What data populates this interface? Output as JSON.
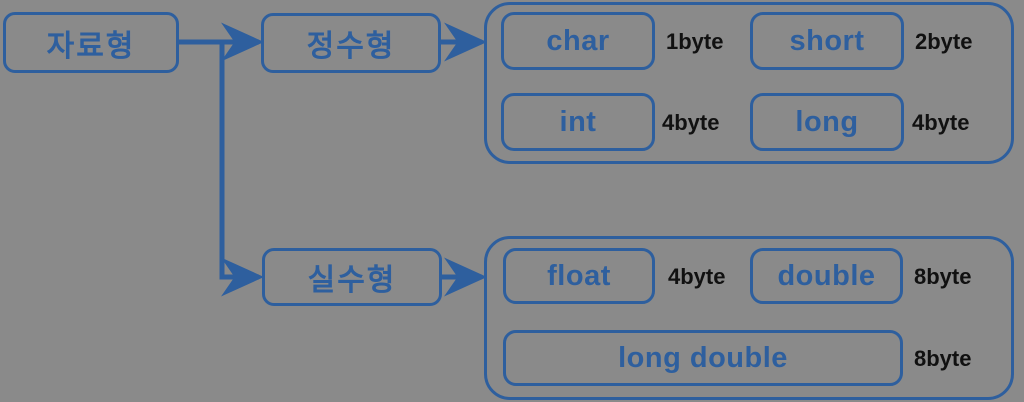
{
  "diagram": {
    "title": "자료형",
    "background_color": "#8a8a8a",
    "accent_color": "#2e5f9e",
    "label_color": "#111111",
    "root": {
      "label": "자료형"
    },
    "branches": [
      {
        "id": "integer",
        "label": "정수형",
        "types": [
          {
            "name": "char",
            "size": "1byte"
          },
          {
            "name": "short",
            "size": "2byte"
          },
          {
            "name": "int",
            "size": "4byte"
          },
          {
            "name": "long",
            "size": "4byte"
          }
        ]
      },
      {
        "id": "floating",
        "label": "실수형",
        "types": [
          {
            "name": "float",
            "size": "4byte"
          },
          {
            "name": "double",
            "size": "8byte"
          },
          {
            "name": "long double",
            "size": "8byte"
          }
        ]
      }
    ],
    "connectors": [
      {
        "from": "자료형",
        "to": "정수형",
        "arrow": "arrow-right-icon"
      },
      {
        "from": "자료형",
        "to": "실수형",
        "arrow": "arrow-right-icon"
      },
      {
        "from": "정수형",
        "to": "integer-group",
        "arrow": "arrow-right-icon"
      },
      {
        "from": "실수형",
        "to": "floating-group",
        "arrow": "arrow-right-icon"
      }
    ]
  }
}
